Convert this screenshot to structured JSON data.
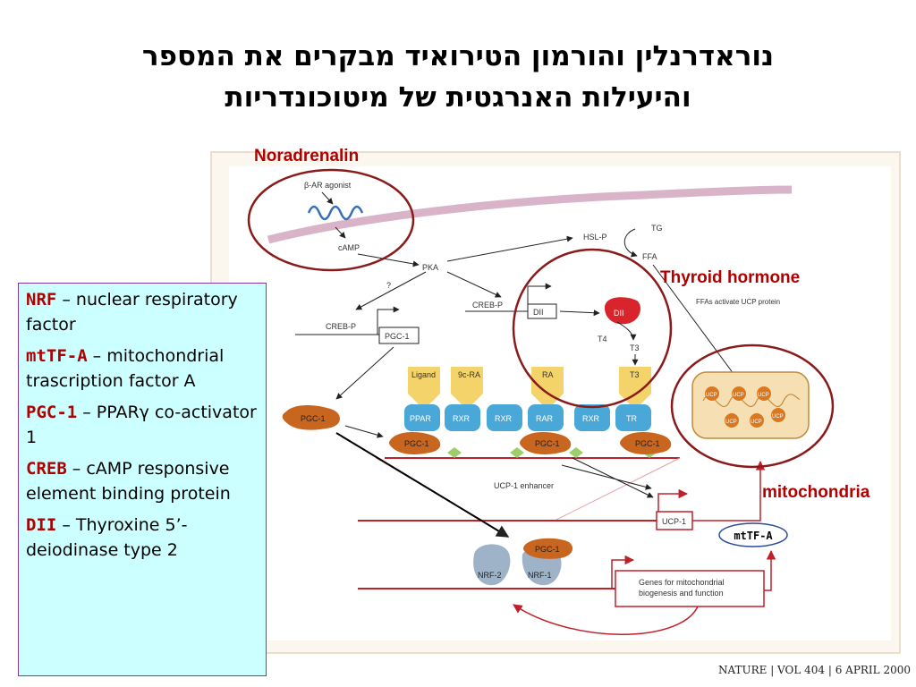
{
  "title": {
    "line1": "נוראדרנלין והורמון הטירואיד מבקרים את המספר",
    "line2": "והיעילות האנרגטית של מיטוכונדריות"
  },
  "callouts": {
    "noradrenalin": "Noradrenalin",
    "thyroid": "Thyroid hormone",
    "mitochondria": "mitochondria",
    "mttfa_badge": "mtTF-A"
  },
  "legend": [
    {
      "term": "NRF",
      "desc": " – nuclear respiratory factor"
    },
    {
      "term": "mtTF-A",
      "desc": " – mitochondrial trascription factor A"
    },
    {
      "term": "PGC-1",
      "desc": " – PPARγ co-activator 1"
    },
    {
      "term": "CREB",
      "desc": " – cAMP responsive element binding protein"
    },
    {
      "term": "DII",
      "desc": " – Thyroxine 5’-deiodinase type 2"
    }
  ],
  "diagram": {
    "beta_ar": "β-AR agonist",
    "camp": "cAMP",
    "pka": "PKA",
    "question": "?",
    "hsl": "HSL-P",
    "tg": "TG",
    "ffa": "FFA",
    "ffa_note": "FFAs activate UCP protein",
    "creb_left": "CREB-P",
    "creb_mid": "CREB-P",
    "pgc_box": "PGC-1",
    "dii_box": "DII",
    "dii_blob": "DII",
    "t4": "T4",
    "t3": "T3",
    "pgc_free": "PGC-1",
    "ligands": [
      "Ligand",
      "9c-RA",
      "RA",
      "T3"
    ],
    "receptors": [
      "PPAR",
      "RXR",
      "RXR",
      "RAR",
      "RXR",
      "TR"
    ],
    "pgc_bound": [
      "PGC-1",
      "PGC-1",
      "PGC-1"
    ],
    "enhancer": "UCP-1 enhancer",
    "ucp_box": "UCP-1",
    "nrf2": "NRF-2",
    "nrf1": "NRF-1",
    "pgc_nrf": "PGC-1",
    "genes_line1": "Genes for mitochondrial",
    "genes_line2": "biogenesis and function",
    "ucp_labels": [
      "UCP",
      "UCP",
      "UCP",
      "UCP",
      "UCP",
      "UCP"
    ]
  },
  "citation": {
    "journal": "NATURE",
    "vol": "VOL 404",
    "date": "6 APRIL 2000"
  },
  "colors": {
    "accent_red": "#b00000",
    "circle": "#8b1a1a",
    "legend_bg": "#ccffff",
    "receptor": "#4aa8d8",
    "ligand": "#f5d36b",
    "pgc": "#c8651e"
  }
}
